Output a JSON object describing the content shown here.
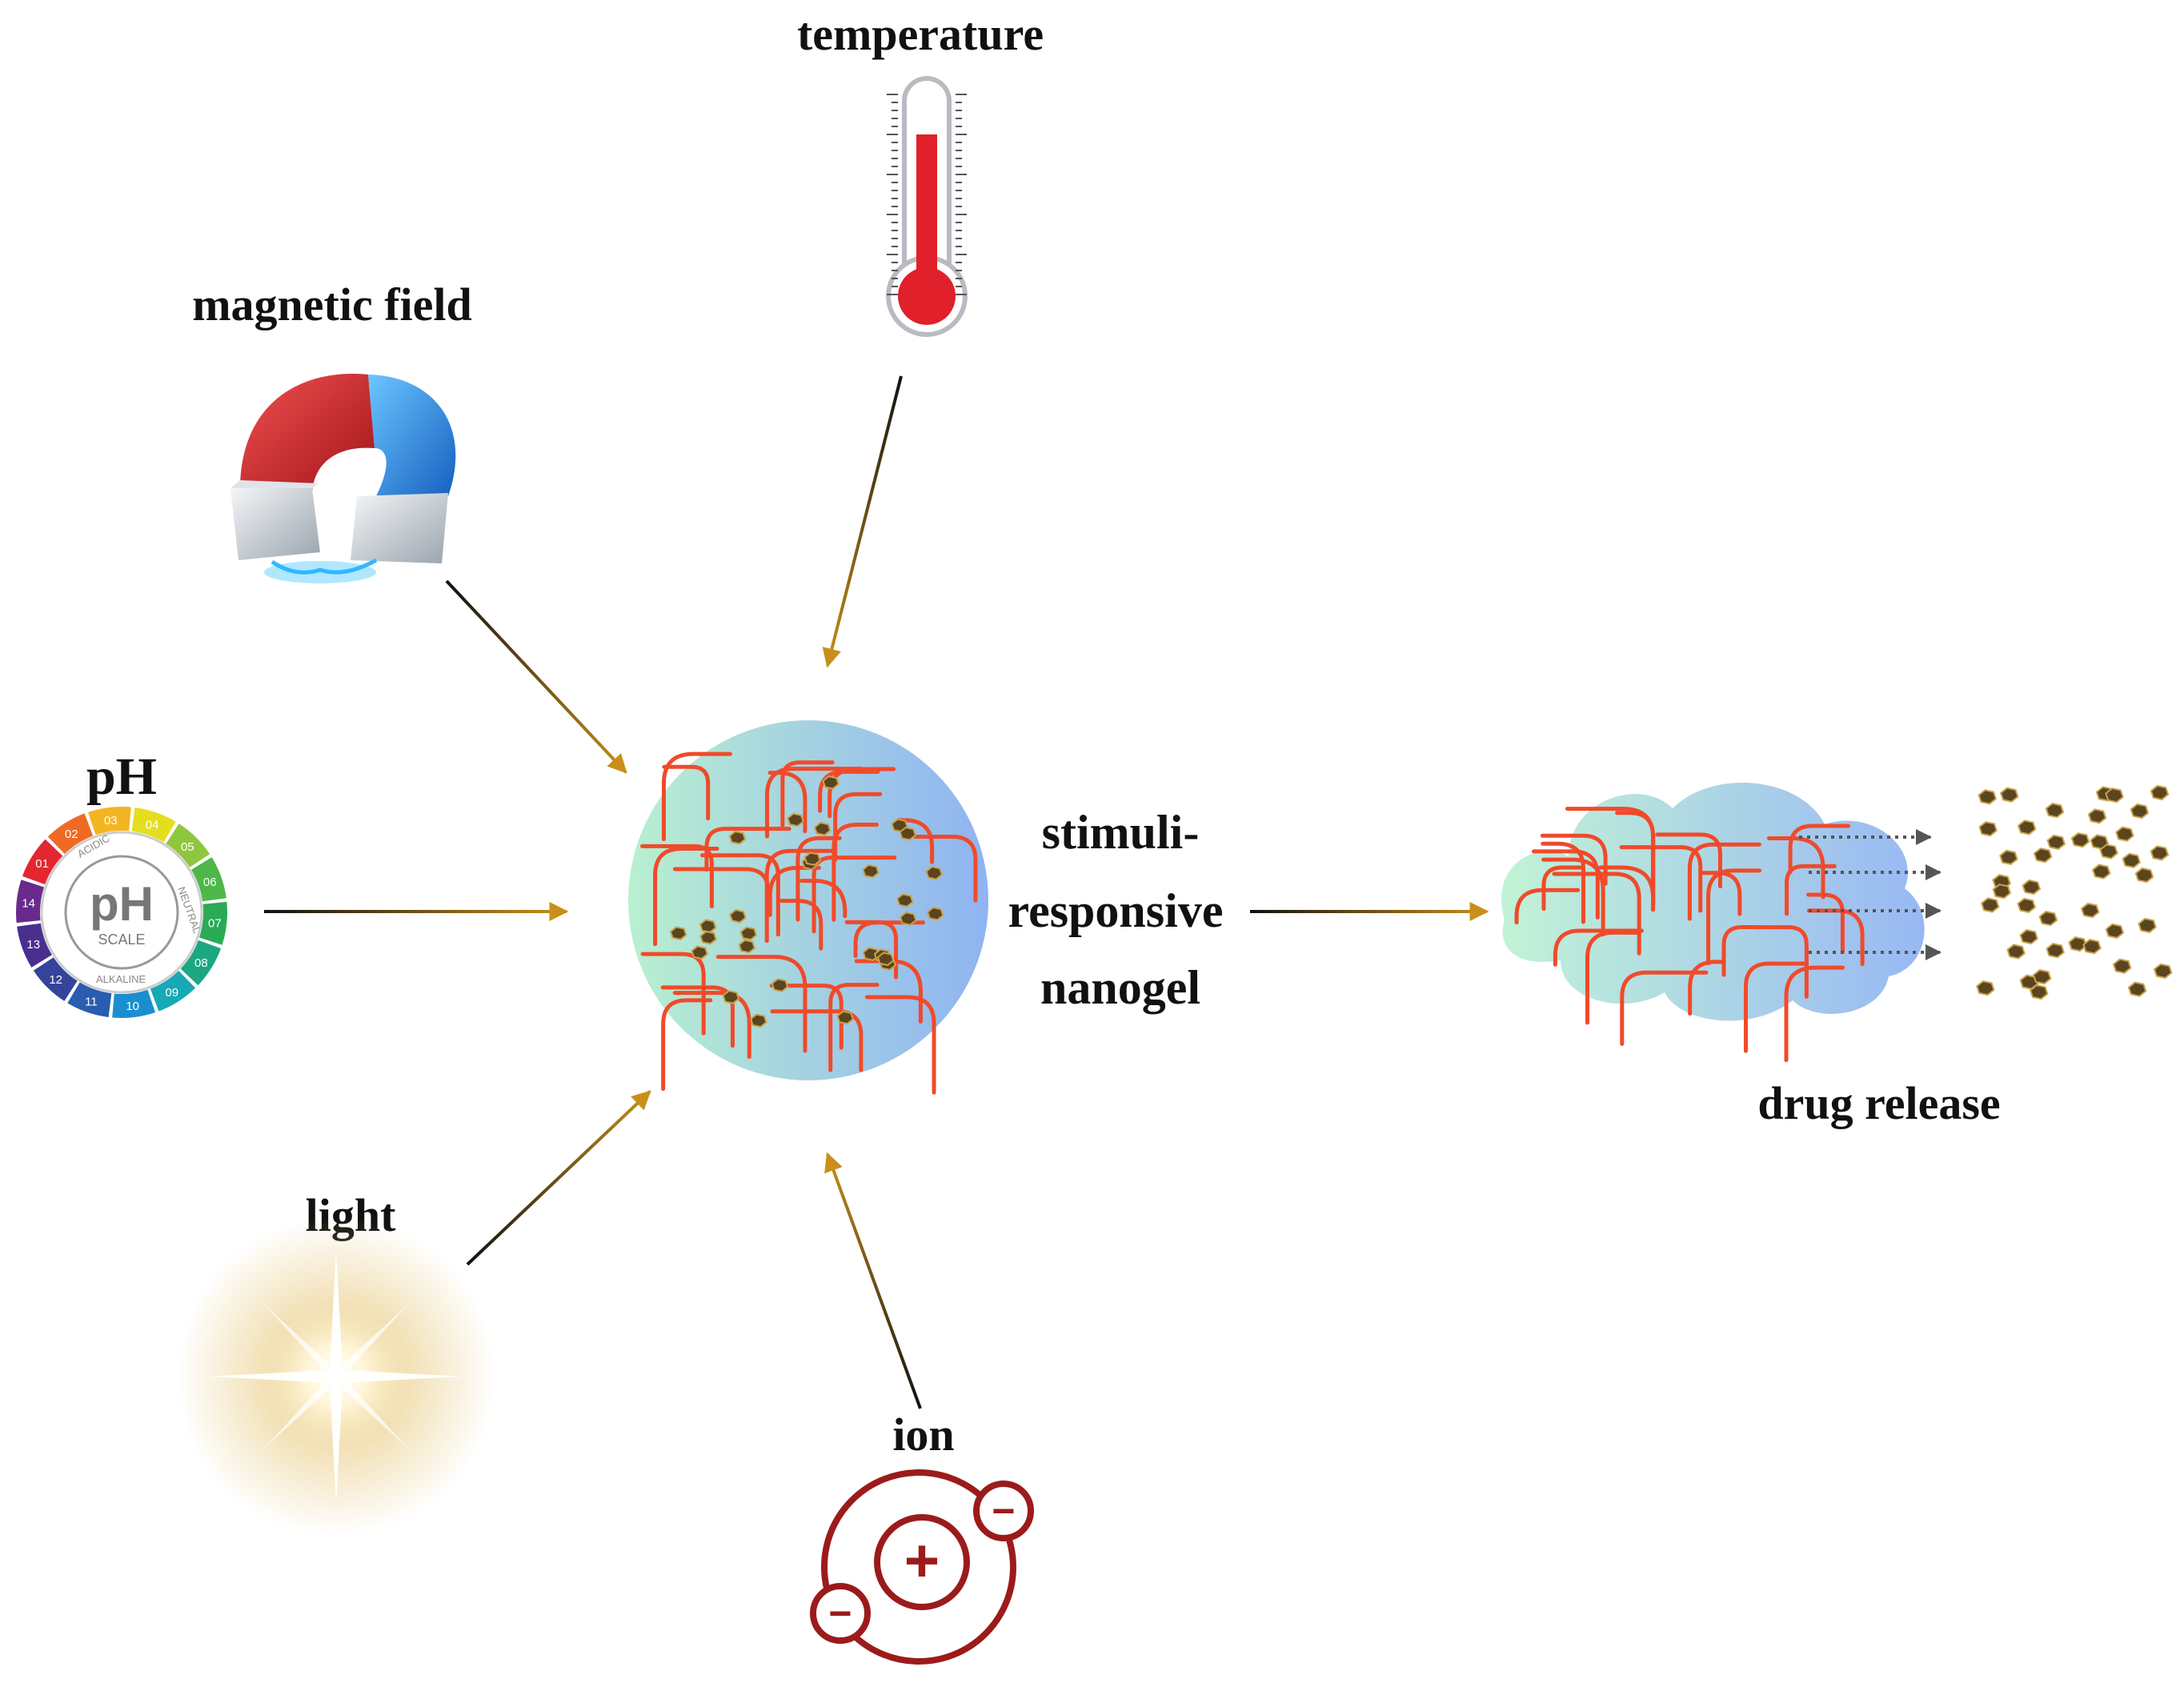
{
  "labels": {
    "temperature": "temperature",
    "magnetic_field": "magnetic field",
    "ph": "pH",
    "light": "light",
    "ion": "ion",
    "nanogel_line1": "stimuli-",
    "nanogel_line2": "responsive",
    "nanogel_line3": "nanogel",
    "drug_release": "drug release"
  },
  "ph_scale": {
    "center_big": "pH",
    "center_small": "SCALE",
    "ring_words": [
      "ACIDIC",
      "NEUTRAL",
      "ALKALINE"
    ],
    "segments": [
      "01",
      "02",
      "03",
      "04",
      "05",
      "06",
      "07",
      "08",
      "09",
      "10",
      "11",
      "12",
      "13",
      "14"
    ],
    "colors": [
      "#e4262f",
      "#ef6a24",
      "#f4b523",
      "#e5de1f",
      "#8fc63f",
      "#4db848",
      "#2aab55",
      "#1ba782",
      "#17a9b5",
      "#1a8fcf",
      "#2a5db0",
      "#36439b",
      "#4a2f8f",
      "#6a2a8c"
    ]
  },
  "ion": {
    "center_sign": "+",
    "orbit_sign": "−"
  },
  "colors": {
    "arrow_gold": "#b8860b",
    "arrow_dark": "#111111",
    "fiber": "#f04a2a",
    "particle": "#5a4520",
    "ion": "#9b1b1b",
    "thermo_red": "#e0202a",
    "magnet_red": "#d8262a",
    "magnet_blue": "#2a8de0"
  }
}
